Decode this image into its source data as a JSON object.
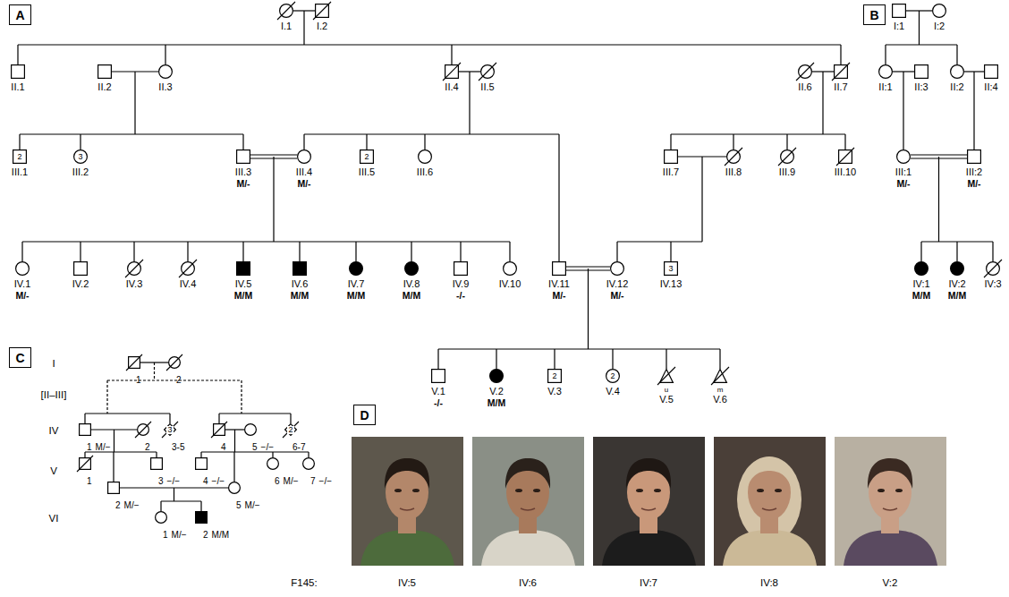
{
  "diagram": {
    "nodes": [
      {
        "text": [
          "A"
        ]
      },
      {
        "text": [
          "I.1"
        ]
      },
      {
        "text": [
          "I.2"
        ]
      },
      {
        "text": [
          "II.1"
        ]
      },
      {
        "text": [
          "II.2"
        ]
      },
      {
        "text": [
          "II.3"
        ]
      },
      {
        "text": [
          "II.4"
        ]
      },
      {
        "text": [
          "II.5"
        ]
      },
      {
        "text": [
          "II.6"
        ]
      },
      {
        "text": [
          "II.7"
        ]
      },
      {
        "text": [
          "2",
          "III.1"
        ]
      },
      {
        "text": [
          "3",
          "III.2"
        ]
      },
      {
        "text": [
          "III.3",
          "M/-"
        ]
      },
      {
        "text": [
          "III.4",
          "M/-"
        ]
      },
      {
        "text": [
          "2",
          "III.5"
        ]
      },
      {
        "text": [
          "III.6"
        ]
      },
      {
        "text": [
          "III.7"
        ]
      },
      {
        "text": [
          "III.8"
        ]
      },
      {
        "text": [
          "III.9"
        ]
      },
      {
        "text": [
          "III.10"
        ]
      },
      {
        "text": [
          "IV.1",
          "M/-"
        ]
      },
      {
        "text": [
          "IV.2"
        ]
      },
      {
        "text": [
          "IV.3"
        ]
      },
      {
        "text": [
          "IV.4"
        ]
      },
      {
        "text": [
          "IV.5",
          "M/M"
        ]
      },
      {
        "text": [
          "IV.6",
          "M/M"
        ]
      },
      {
        "text": [
          "IV.7",
          "M/M"
        ]
      },
      {
        "text": [
          "IV.8",
          "M/M"
        ]
      },
      {
        "text": [
          "IV.9",
          "-/-"
        ]
      },
      {
        "text": [
          "IV.10"
        ]
      },
      {
        "text": [
          "IV.11",
          "M/-"
        ]
      },
      {
        "text": [
          "IV.12",
          "M/-"
        ]
      },
      {
        "text": [
          "3",
          "IV.13"
        ]
      },
      {
        "text": [
          "V.1",
          "-/-"
        ]
      },
      {
        "text": [
          "V.2",
          "M/M"
        ]
      },
      {
        "text": [
          "2",
          "V.3"
        ]
      },
      {
        "text": [
          "2",
          "V.4"
        ]
      },
      {
        "text": [
          "u",
          "V.5"
        ]
      },
      {
        "text": [
          "m",
          "V.6"
        ]
      },
      {
        "text": [
          "B"
        ]
      },
      {
        "text": [
          "I:1"
        ]
      },
      {
        "text": [
          "I:2"
        ]
      },
      {
        "text": [
          "II:1"
        ]
      },
      {
        "text": [
          "II:3"
        ]
      },
      {
        "text": [
          "II:2"
        ]
      },
      {
        "text": [
          "II:4"
        ]
      },
      {
        "text": [
          "III:1",
          "M/-"
        ]
      },
      {
        "text": [
          "III:2",
          "M/-"
        ]
      },
      {
        "text": [
          "IV:1",
          "M/M"
        ]
      },
      {
        "text": [
          "IV:2",
          "M/M"
        ]
      },
      {
        "text": [
          "IV:3"
        ]
      },
      {
        "text": [
          "C"
        ]
      },
      {
        "text": [
          "1"
        ]
      },
      {
        "text": [
          "2"
        ]
      },
      {
        "text": [
          "1",
          "M/−"
        ]
      },
      {
        "text": [
          "2"
        ]
      },
      {
        "text": [
          "3",
          "3-5"
        ]
      },
      {
        "text": [
          "4"
        ]
      },
      {
        "text": [
          "5",
          "−/−"
        ]
      },
      {
        "text": [
          "2",
          "6-7"
        ]
      },
      {
        "text": [
          "1"
        ]
      },
      {
        "text": [
          "2",
          "M/−"
        ]
      },
      {
        "text": [
          "3",
          "−/−"
        ]
      },
      {
        "text": [
          "4",
          "−/−"
        ]
      },
      {
        "text": [
          "5",
          "M/−"
        ]
      },
      {
        "text": [
          "6",
          "M/−"
        ]
      },
      {
        "text": [
          "7",
          "−/−"
        ]
      },
      {
        "text": [
          "1",
          "M/−"
        ]
      },
      {
        "text": [
          "2",
          "M/M"
        ]
      },
      {
        "text": [
          "D"
        ]
      }
    ],
    "edges": [
      {
        "from": 1,
        "to": 2,
        "arrow": "none"
      },
      {
        "from": 4,
        "to": 5,
        "arrow": "none"
      },
      {
        "from": 6,
        "to": 7,
        "arrow": "none"
      },
      {
        "from": 8,
        "to": 9,
        "arrow": "none"
      },
      {
        "from": 12,
        "to": 13,
        "arrow": "none"
      },
      {
        "from": 16,
        "to": 17,
        "arrow": "none"
      },
      {
        "from": 30,
        "to": 31,
        "arrow": "none"
      },
      {
        "from": 40,
        "to": 41,
        "arrow": "none"
      },
      {
        "from": 42,
        "to": 43,
        "arrow": "none"
      },
      {
        "from": 44,
        "to": 45,
        "arrow": "none"
      },
      {
        "from": 46,
        "to": 47,
        "arrow": "none"
      },
      {
        "from": 52,
        "to": 53,
        "arrow": "none"
      },
      {
        "from": 54,
        "to": 55,
        "arrow": "none"
      },
      {
        "from": 57,
        "to": 58,
        "arrow": "none"
      },
      {
        "from": 61,
        "to": 64,
        "arrow": "none"
      }
    ],
    "labels": [
      "I",
      "[II–III]",
      "IV",
      "V",
      "VI",
      "F145:",
      "IV:5",
      "IV:6",
      "IV:7",
      "IV:8",
      "V:2"
    ]
  }
}
